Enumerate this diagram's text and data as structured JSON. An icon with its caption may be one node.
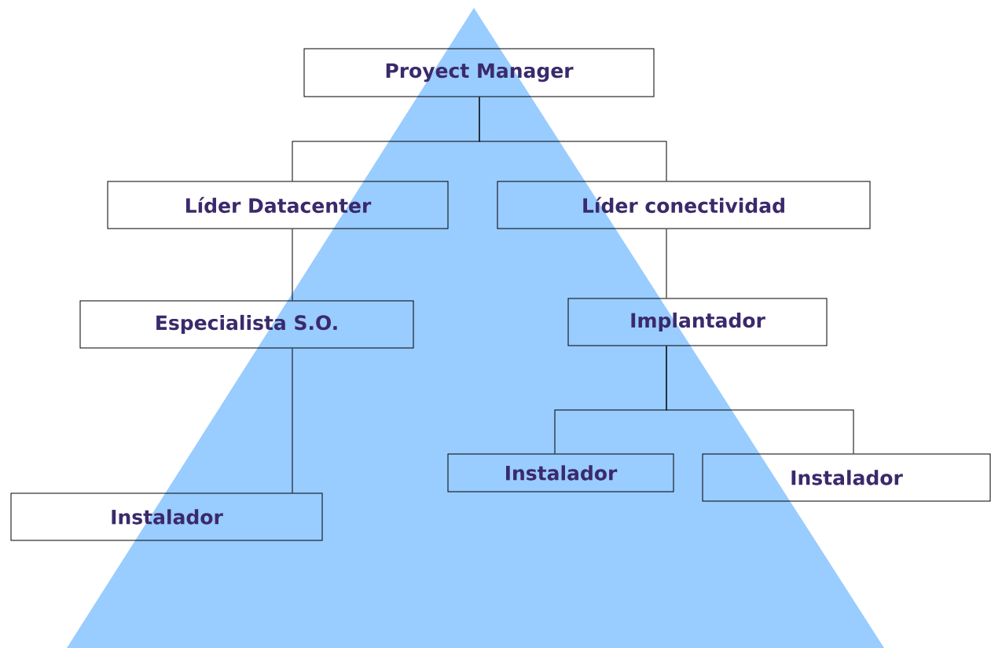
{
  "diagram": {
    "nodes": [
      {
        "text": [
          "Proyect Manager"
        ]
      },
      {
        "text": [
          "Líder Datacenter"
        ]
      },
      {
        "text": [
          "Líder conectividad"
        ]
      },
      {
        "text": [
          "Especialista S.O."
        ]
      },
      {
        "text": [
          "Implantador"
        ]
      },
      {
        "text": [
          "Instalador"
        ]
      },
      {
        "text": [
          "Instalador"
        ]
      },
      {
        "text": [
          "Instalador"
        ]
      }
    ],
    "edges": [
      {
        "from": 0,
        "to": 1,
        "arrow": "none"
      },
      {
        "from": 0,
        "to": 2,
        "arrow": "none"
      },
      {
        "from": 1,
        "to": 3,
        "arrow": "none"
      },
      {
        "from": 2,
        "to": 4,
        "arrow": "none"
      },
      {
        "from": 3,
        "to": 5,
        "arrow": "none"
      },
      {
        "from": 4,
        "to": 6,
        "arrow": "none"
      },
      {
        "from": 4,
        "to": 7,
        "arrow": "none"
      }
    ]
  }
}
